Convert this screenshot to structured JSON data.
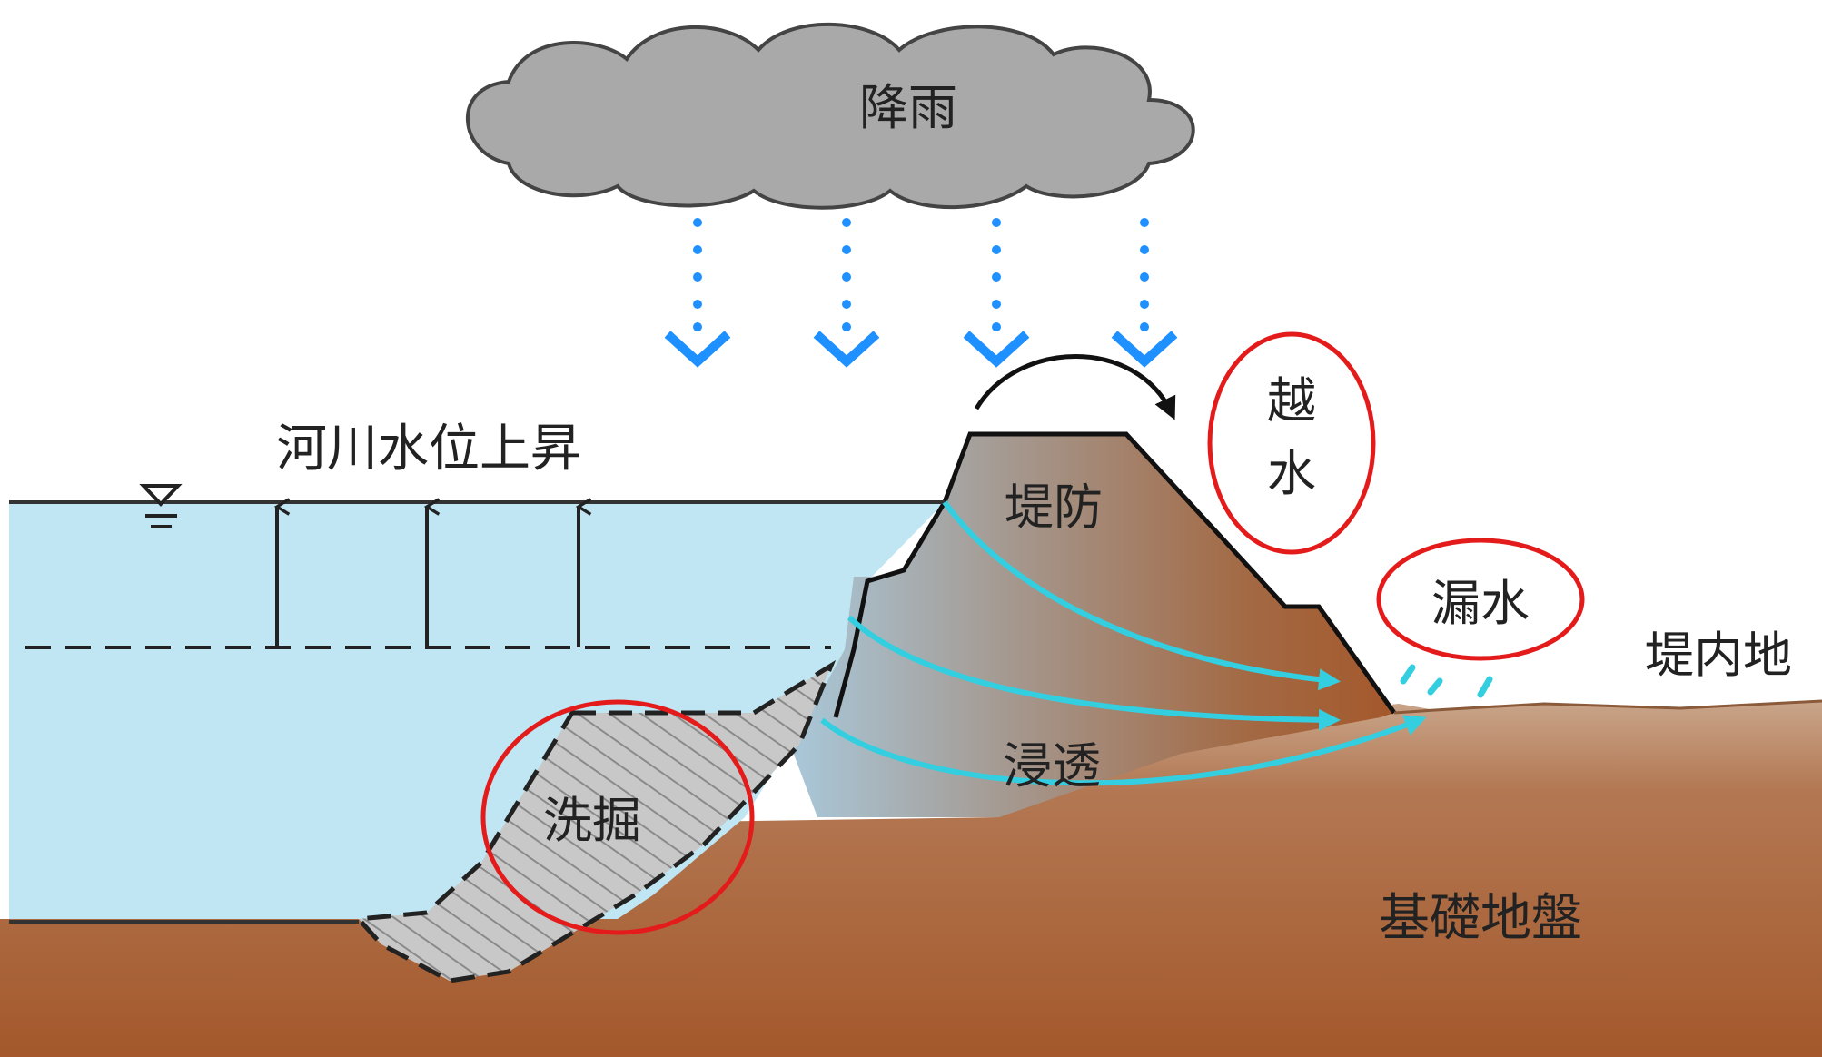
{
  "labels": {
    "rain": "降雨",
    "river_rise": "河川水位上昇",
    "levee": "堤防",
    "overtopping_1": "越",
    "overtopping_2": "水",
    "leakage": "漏水",
    "inland": "堤内地",
    "seepage": "浸透",
    "scour": "洗掘",
    "foundation": "基礎地盤"
  },
  "colors": {
    "cloud_fill": "#a9a9a9",
    "cloud_stroke": "#444444",
    "rain_drops": "#1e90ff",
    "water": "#bfe6f2",
    "ground": "#a4582b",
    "seepage_arrows": "#33cfe0",
    "highlight_circle": "#e41b1b",
    "scour_hatch": "#9a9a9a",
    "text": "#222222"
  },
  "icons": {
    "water_level": "water-level-symbol-icon",
    "overtopping_arrow": "curved-arrow-icon"
  }
}
